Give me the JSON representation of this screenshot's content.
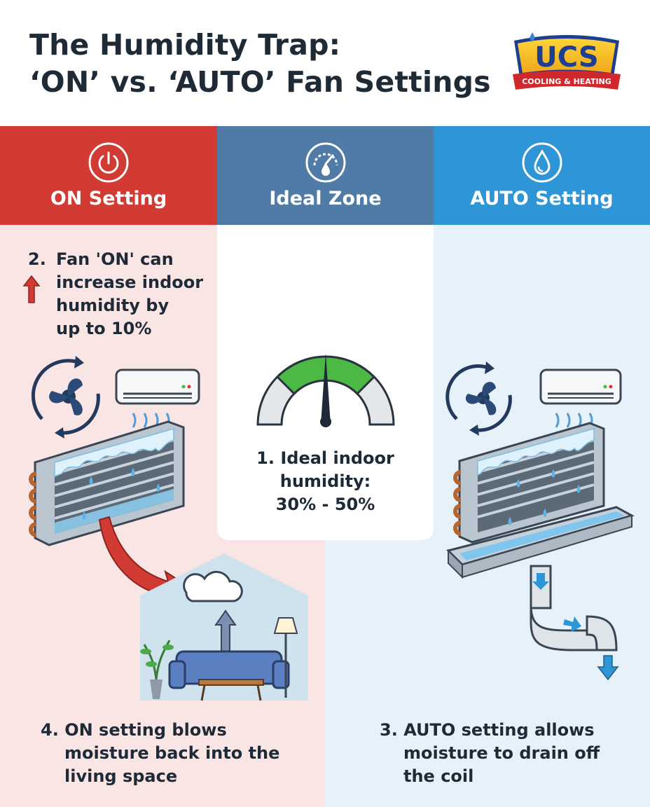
{
  "title": {
    "line1": "The Humidity Trap:",
    "line2": "‘ON’ vs. ‘AUTO’ Fan Settings"
  },
  "logo": {
    "brand": "UCS",
    "tagline": "COOLING & HEATING"
  },
  "columns": [
    {
      "label": "ON Setting",
      "icon": "power-icon",
      "color": "#d13b34"
    },
    {
      "label": "Ideal Zone",
      "icon": "gauge-drop-icon",
      "color": "#507ba6"
    },
    {
      "label": "AUTO Setting",
      "icon": "water-drop-icon",
      "color": "#2e96d6"
    }
  ],
  "notes": {
    "n2": {
      "num": "2.",
      "lines": [
        "Fan 'ON' can",
        "increase indoor",
        "humidity by",
        "up to 10%"
      ]
    },
    "n1": {
      "lines": [
        "1. Ideal indoor",
        "humidity:",
        "30% - 50%"
      ]
    },
    "n4": {
      "num": "4.",
      "lines": [
        "ON setting blows",
        "moisture back into the",
        "living space"
      ]
    },
    "n3": {
      "num": "3.",
      "lines": [
        "AUTO setting allows",
        "moisture to drain off",
        "the coil"
      ]
    }
  },
  "colors": {
    "red": "#d13b34",
    "slate": "#507ba6",
    "blue": "#2e96d6",
    "gauge_green": "#4cb944",
    "dark": "#1f2a38"
  }
}
